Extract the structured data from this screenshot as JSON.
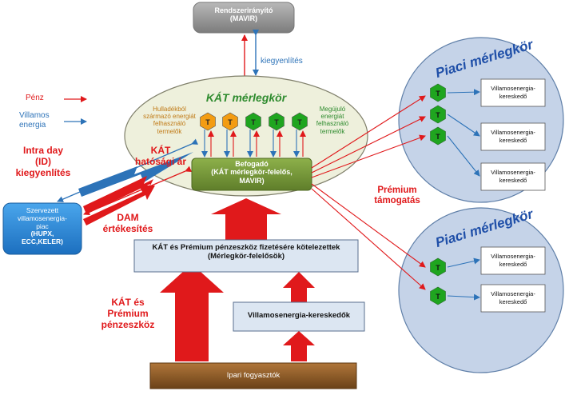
{
  "mavir": {
    "line1": "Rendszerirányító",
    "line2": "(MAVIR)"
  },
  "kiegyenlites": "kiegyenlítés",
  "kat_merlegkor_title": "KÁT mérlegkör",
  "legend": {
    "penz": "Pénz",
    "villamos1": "Villamos",
    "villamos2": "energia"
  },
  "intraday": {
    "l1": "Intra day",
    "l2": "(ID)",
    "l3": "kiegyenlítés"
  },
  "kat_hatosagi": {
    "l1": "KÁT",
    "l2": "hatósági ár"
  },
  "hulladek": {
    "l1": "Hulladékból",
    "l2": "származó energiát",
    "l3": "felhasználó",
    "l4": "termelők"
  },
  "megujulo": {
    "l1": "Megújuló",
    "l2": "energiát",
    "l3": "felhasználó",
    "l4": "termelők"
  },
  "producer_label": "T",
  "producers": [
    {
      "color": "#f39c12"
    },
    {
      "color": "#f39c12"
    },
    {
      "color": "#1fa51f"
    },
    {
      "color": "#1fa51f"
    },
    {
      "color": "#1fa51f"
    }
  ],
  "befogado": {
    "l1": "Befogadó",
    "l2": "(KÁT mérlegkör-felelős,",
    "l3": "MAVIR)"
  },
  "szervezett": {
    "l1": "Szervezett",
    "l2": "villamosenergia-",
    "l3": "piac",
    "l4": "(HUPX,",
    "l5": "ECC,KELER)"
  },
  "dam": {
    "l1": "DAM",
    "l2": "értékesítés"
  },
  "kat_premium_obliged": {
    "l1": "KÁT és Prémium pénzeszköz fizetésére kötelezettek",
    "l2": "(Mérlegkör-felelősök)"
  },
  "kat_premium_funds": {
    "l1": "KÁT és",
    "l2": "Prémium",
    "l3": "pénzeszköz"
  },
  "villamosenergia_kereskedok": "Villamosenergia-kereskedők",
  "ipari": "Ipari fogyasztók",
  "premium_tamogatas": {
    "l1": "Prémium",
    "l2": "támogatás"
  },
  "piaci_top": {
    "title": "Piaci mérlegkör",
    "traders": [
      "Villamosenergia-kereskedő",
      "Villamosenergia-kereskedő",
      "Villamosenergia-kereskedő"
    ]
  },
  "piaci_bottom": {
    "title": "Piaci mérlegkör",
    "traders": [
      "Villamosenergia-kereskedő",
      "Villamosenergia-kereskedő"
    ]
  },
  "colors": {
    "money": "#e0191b",
    "energy": "#2d73b8",
    "circle_fill": "#c5d3e8",
    "ellipse_fill": "#eef0dc",
    "befogado_fill": "#77933c",
    "box_fill": "#dce6f2",
    "ipari_fill": "#9b6a36",
    "title_blue": "#1f4fa8",
    "hex_green": "#1fa51f"
  }
}
